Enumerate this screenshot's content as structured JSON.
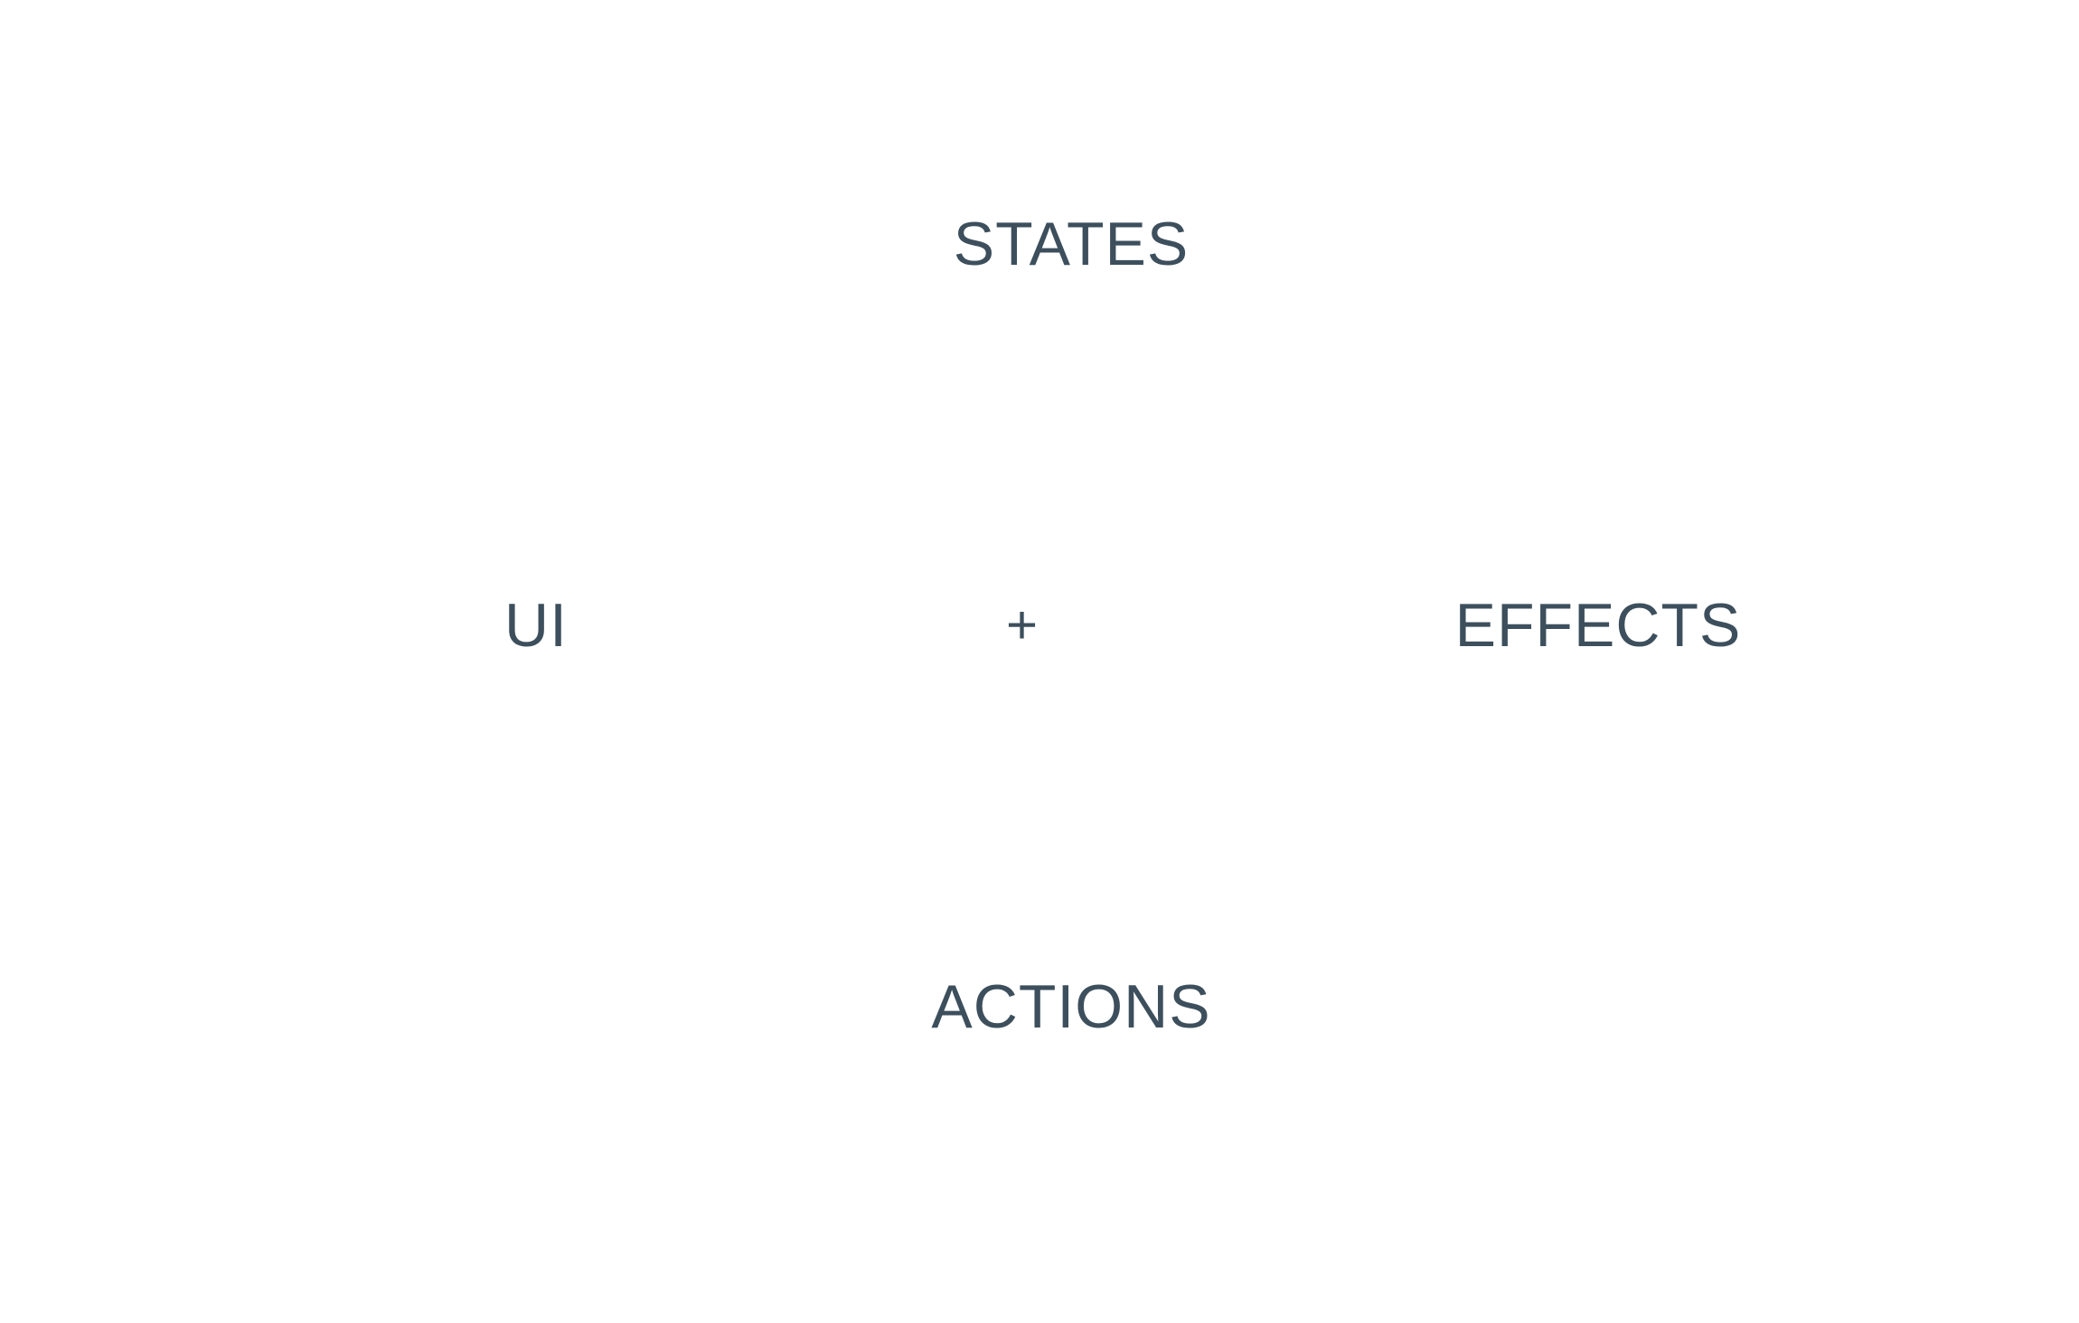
{
  "diagram": {
    "top_label": "STATES",
    "left_label": "UI",
    "center_symbol": "+",
    "right_label": "EFFECTS",
    "bottom_label": "ACTIONS"
  },
  "colors": {
    "text": "#3d4f5c",
    "background": "#ffffff"
  }
}
